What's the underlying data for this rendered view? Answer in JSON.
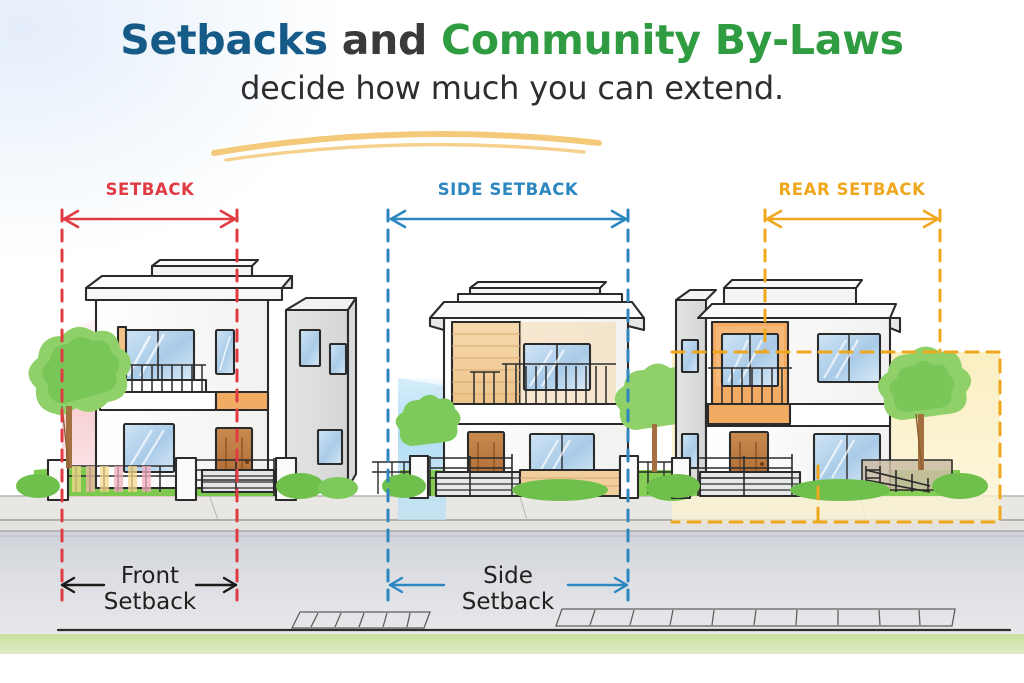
{
  "heading": {
    "line1_part1": "Setbacks",
    "line1_part2": " and ",
    "line1_part3": "Community By-Laws",
    "line2": "decide how much you can extend.",
    "accent_blue": "#165b87",
    "accent_green": "#2f9c41",
    "underline_color": "#f5c97a"
  },
  "zones": [
    {
      "id": "front",
      "label": "SETBACK",
      "color": "#e03b42",
      "tint": "#f6c8cb"
    },
    {
      "id": "side",
      "label": "SIDE SETBACK",
      "color": "#2c86c0",
      "tint": "#bfe2f6"
    },
    {
      "id": "rear",
      "label": "REAR SETBACK",
      "color": "#efa71d",
      "tint": "#f7e7a8"
    }
  ],
  "callouts": [
    {
      "id": "front",
      "line1": "Front",
      "line2": "Setback",
      "arrow_color": "#1d1b19",
      "guide_color": "#e03b42"
    },
    {
      "id": "side",
      "line1": "Side",
      "line2": "Setback",
      "arrow_color": "#2c86c0",
      "guide_color": "#2c86c0"
    }
  ],
  "scene": {
    "houses": [
      {
        "id": "house-left",
        "name": "front-setback-house",
        "wall": "#ffffff",
        "accent": "#f0a860",
        "door": "#b5703c",
        "roof": "#e9eaec"
      },
      {
        "id": "house-middle",
        "name": "side-setback-house",
        "wall": "#fdfdfd",
        "accent": "#f3c98f",
        "door": "#ae6a39",
        "roof": "#eceef0"
      },
      {
        "id": "house-right",
        "name": "rear-setback-house",
        "wall": "#fcfbf8",
        "accent": "#f0a860",
        "door": "#c07a43",
        "roof": "#e9eaec"
      }
    ],
    "ground": {
      "road": "#d9dbe0",
      "kerb": "#bfbfbf",
      "grass": "#b9d98b",
      "lawn": "#77c24a",
      "sidewalk": "#e2e1de"
    },
    "foliage": {
      "tree_light": "#8cd06a",
      "tree_mid": "#5db84a",
      "tree_dark": "#3f9b3c",
      "trunk": "#a5703f"
    },
    "sky": "#f4f8fd"
  }
}
